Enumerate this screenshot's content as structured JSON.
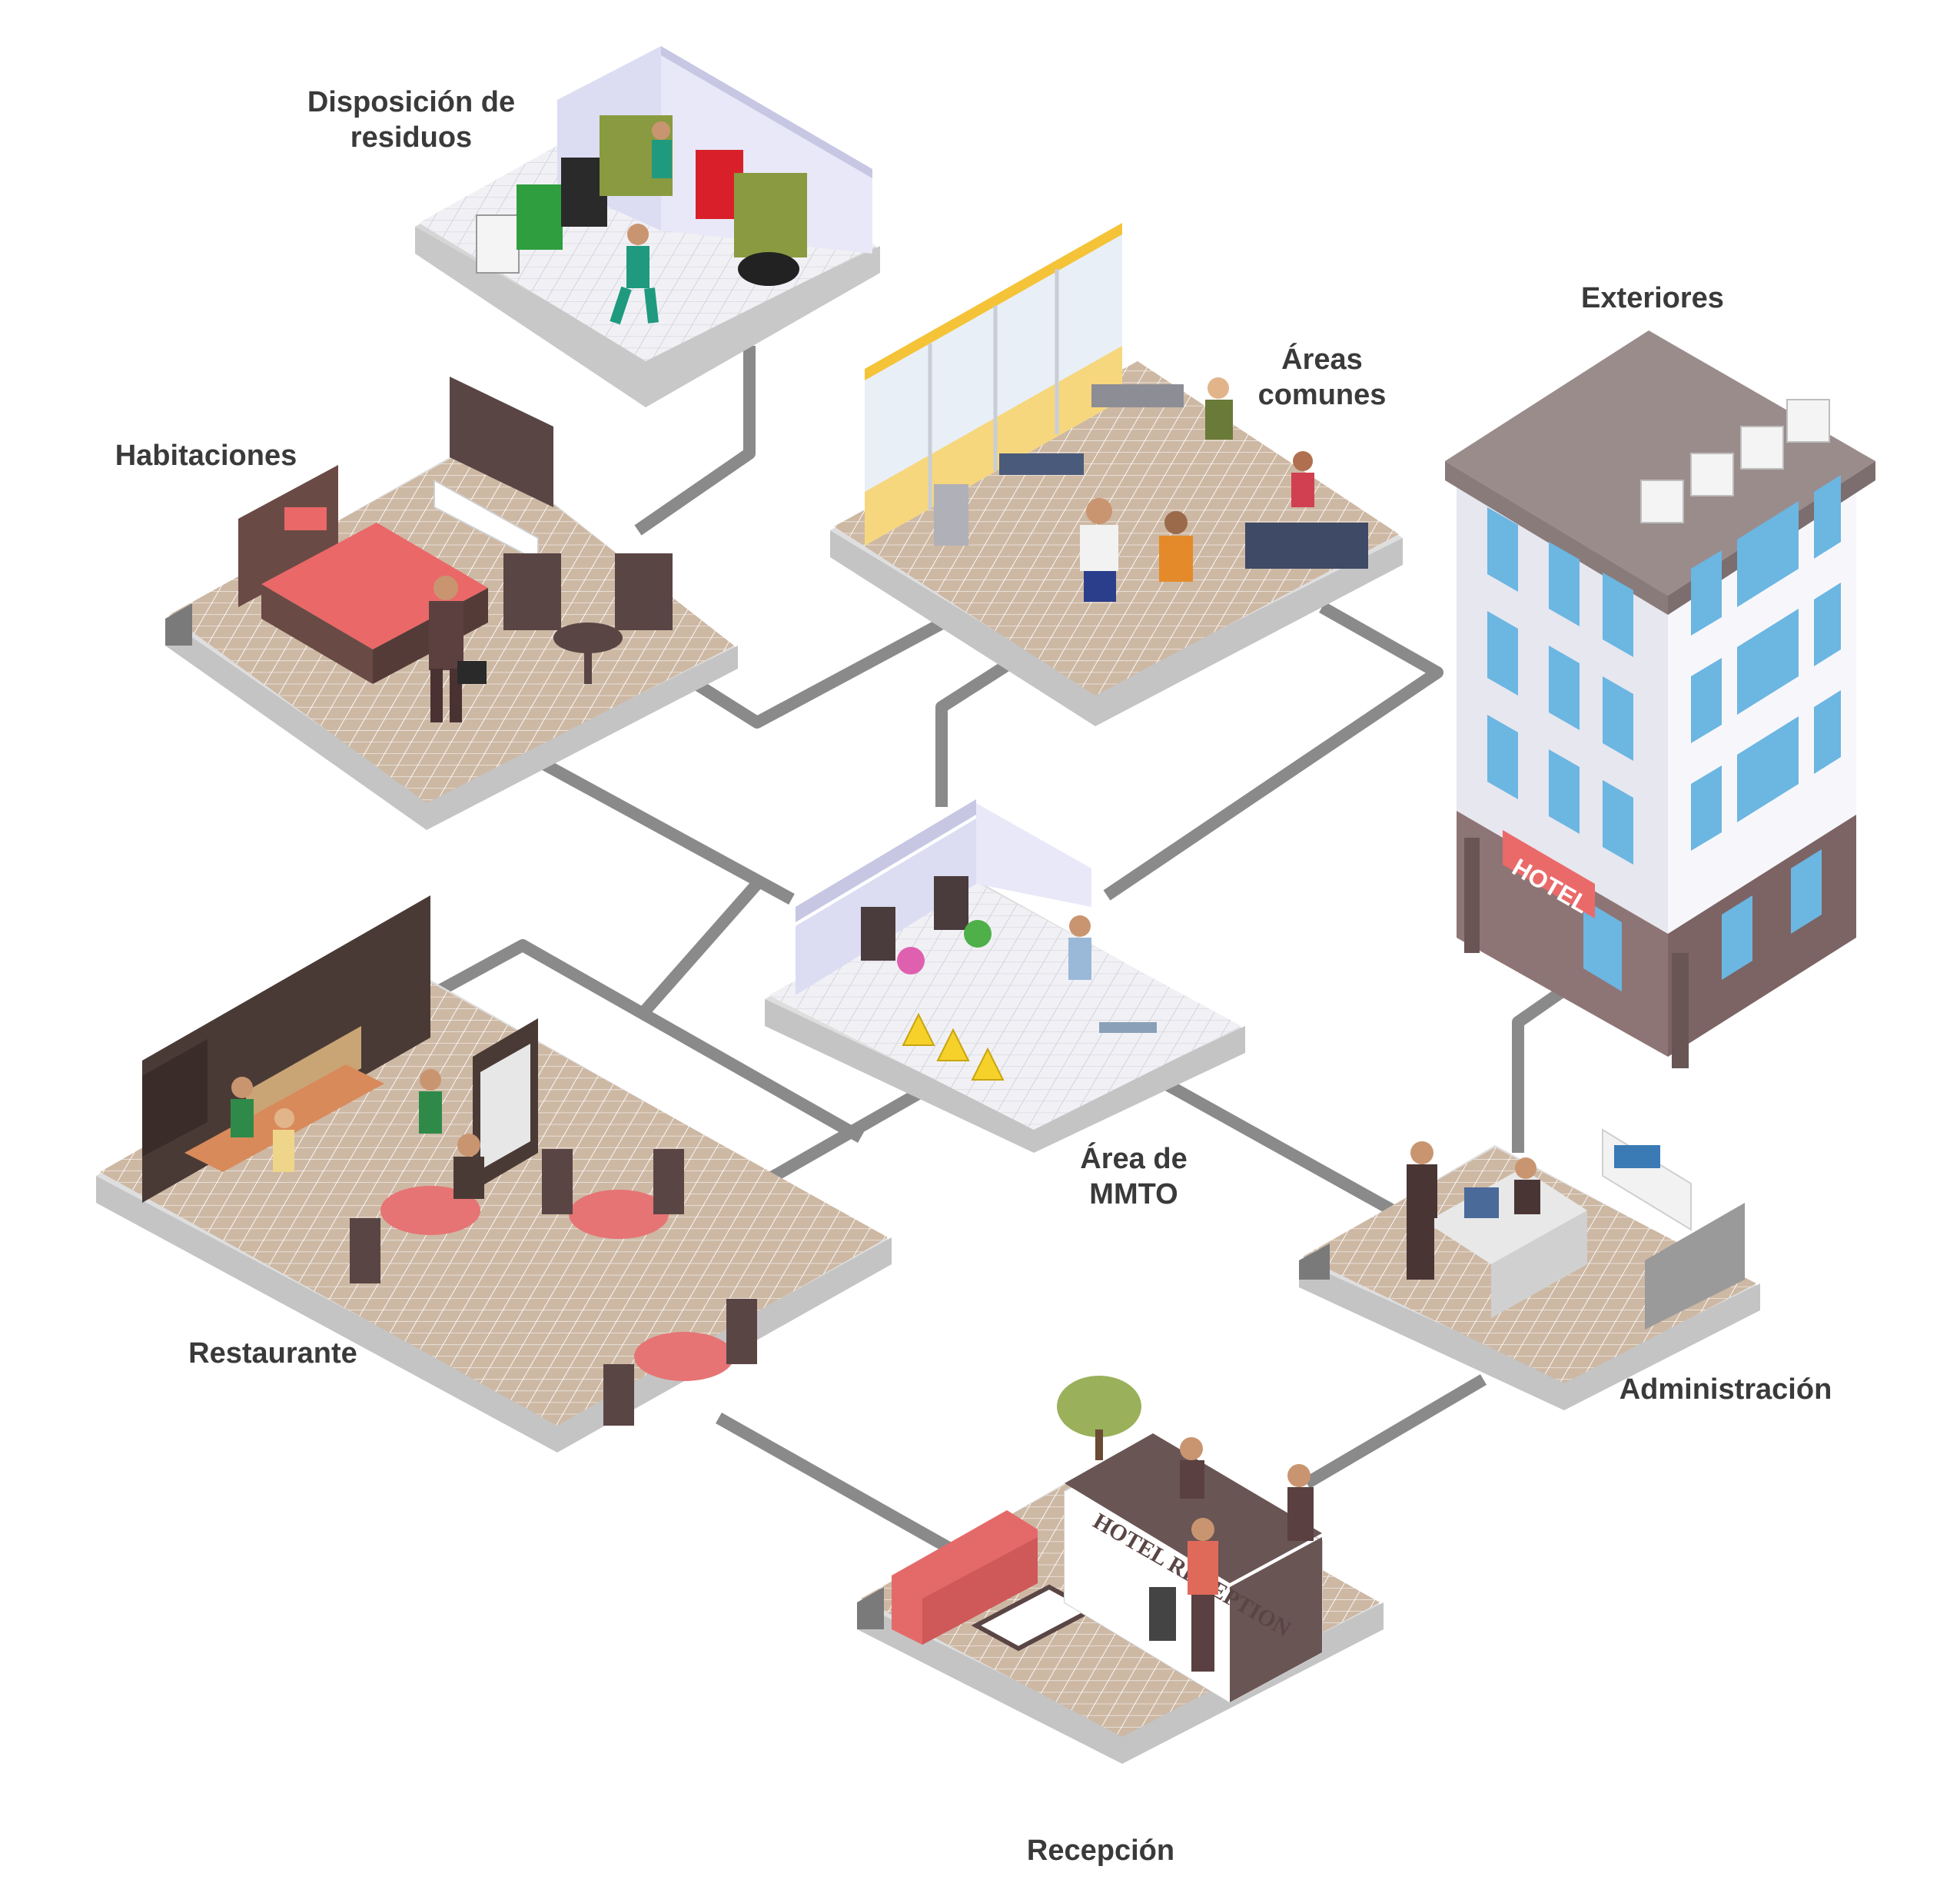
{
  "labels": {
    "disposicion": [
      "Disposición de",
      "residuos"
    ],
    "areas_comunes": [
      "Áreas",
      "comunes"
    ],
    "exteriores": [
      "Exteriores"
    ],
    "habitaciones": [
      "Habitaciones"
    ],
    "area_mmto": [
      "Área de",
      "MMTO"
    ],
    "restaurante": [
      "Restaurante"
    ],
    "administracion": [
      "Administración"
    ],
    "recepcion": [
      "Recepción"
    ]
  },
  "signs": {
    "hotel": "HOTEL",
    "reception": "HOTEL RECEPTION"
  },
  "colors": {
    "connector": "#8a8a8a",
    "floor_tile": "#cdb8a4",
    "floor_tile_light": "#ececf2",
    "platform_side": "#c4c4c4",
    "platform_shadow": "#e2e2e2",
    "sofa": "#e46a6a",
    "building_wall": "#f2f2f6",
    "building_roof": "#9b8c8c",
    "building_window": "#6cb6e2",
    "label_text": "#3a3a3a"
  }
}
